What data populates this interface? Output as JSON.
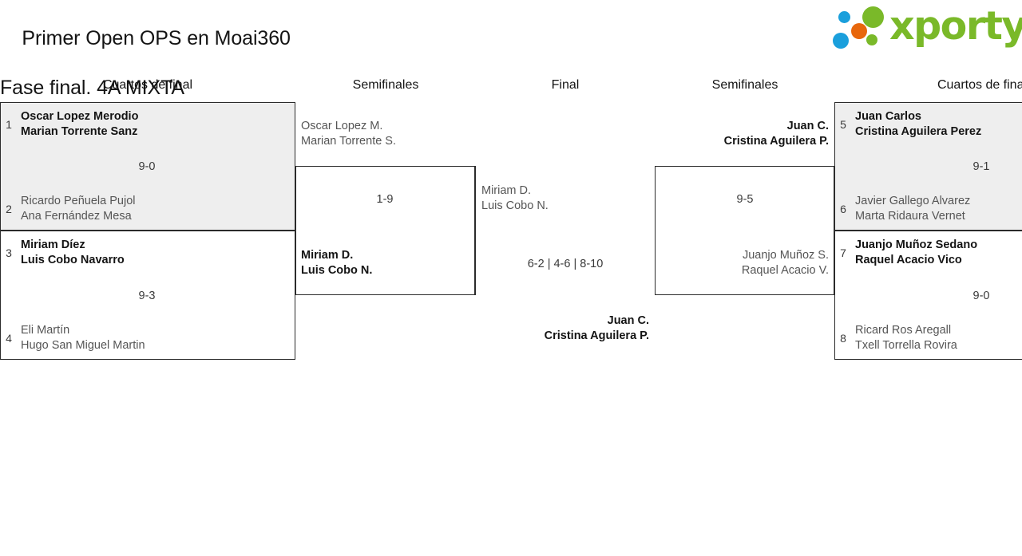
{
  "header": {
    "title_line1": "Primer Open OPS en Moai360",
    "title_line2": "Fase final. 4A MIXTA",
    "logo_text": "xporty",
    "logo_colors": {
      "blue": "#1a9fdc",
      "orange": "#e8670c",
      "green": "#7ab929"
    }
  },
  "rounds": {
    "left_qf": "Cuartos de final",
    "left_sf": "Semifinales",
    "final": "Final",
    "right_sf": "Semifinales",
    "right_qf": "Cuartos de final"
  },
  "bracket": {
    "left_quarterfinals": [
      {
        "seed_top": "1",
        "top_p1": "Oscar Lopez Merodio",
        "top_p2": "Marian Torrente Sanz",
        "seed_bottom": "2",
        "bottom_p1": "Ricardo Peñuela Pujol",
        "bottom_p2": "Ana Fernández Mesa",
        "score": "9-0",
        "winner": "top"
      },
      {
        "seed_top": "3",
        "top_p1": "Miriam Díez",
        "top_p2": "Luis Cobo Navarro",
        "seed_bottom": "4",
        "bottom_p1": "Eli Martín",
        "bottom_p2": "Hugo San Miguel Martin",
        "score": "9-3",
        "winner": "top"
      }
    ],
    "left_semifinal": {
      "top_p1": "Oscar Lopez M.",
      "top_p2": "Marian Torrente S.",
      "bottom_p1": "Miriam D.",
      "bottom_p2": "Luis Cobo N.",
      "score": "1-9",
      "winner": "bottom"
    },
    "final": {
      "top_p1": "Miriam D.",
      "top_p2": "Luis Cobo N.",
      "bottom_p1": "Juan C.",
      "bottom_p2": "Cristina Aguilera P.",
      "score": "6-2 | 4-6 | 8-10",
      "winner": "bottom"
    },
    "right_semifinal": {
      "top_p1": "Juan C.",
      "top_p2": "Cristina Aguilera P.",
      "bottom_p1": "Juanjo Muñoz S.",
      "bottom_p2": "Raquel Acacio V.",
      "score": "9-5",
      "winner": "top"
    },
    "right_quarterfinals": [
      {
        "seed_top": "5",
        "top_p1": "Juan Carlos",
        "top_p2": "Cristina Aguilera Perez",
        "seed_bottom": "6",
        "bottom_p1": "Javier Gallego Alvarez",
        "bottom_p2": "Marta Ridaura Vernet",
        "score": "9-1",
        "winner": "top"
      },
      {
        "seed_top": "7",
        "top_p1": "Juanjo Muñoz Sedano",
        "top_p2": "Raquel Acacio Vico",
        "seed_bottom": "8",
        "bottom_p1": "Ricard Ros Aregall",
        "bottom_p2": "Txell Torrella Rovira",
        "score": "9-0",
        "winner": "top"
      }
    ]
  }
}
